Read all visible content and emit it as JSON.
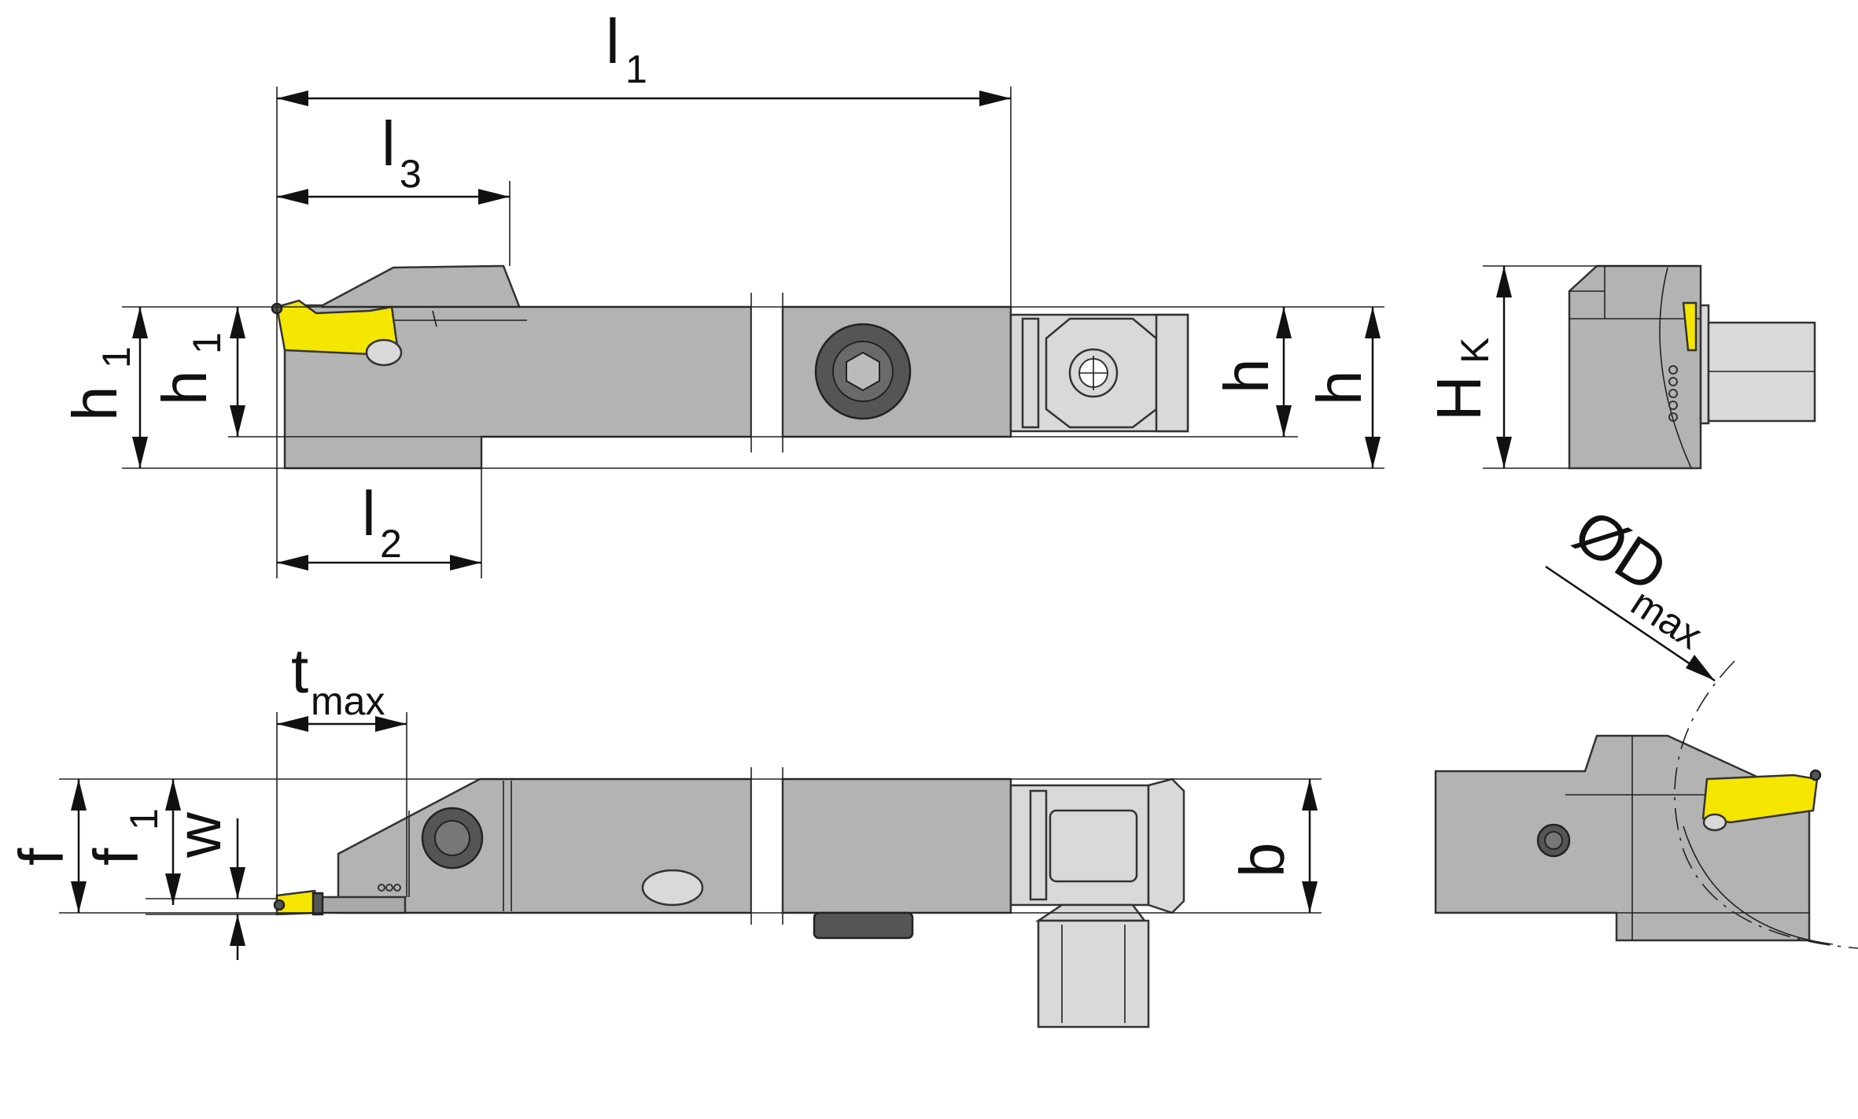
{
  "labels": {
    "l1": {
      "main": "l",
      "sub": "1"
    },
    "l3": {
      "main": "l",
      "sub": "3"
    },
    "l2": {
      "main": "l",
      "sub": "2"
    },
    "h1_outer": {
      "main": "h",
      "sub": "1"
    },
    "h1_inner": {
      "main": "h",
      "sub": "1"
    },
    "h_left": "h",
    "h_right": "h",
    "hk": {
      "main": "H",
      "sub": "K"
    },
    "dmax": {
      "main": "ØD",
      "sub": "max"
    },
    "tmax": {
      "main": "t",
      "sub": "max"
    },
    "f": "f",
    "f1": {
      "main": "f",
      "sub": "1"
    },
    "w": "w",
    "b": "b"
  },
  "colors": {
    "body": "#b3b3b3",
    "insert": "#f5e600",
    "screw": "#555555",
    "light": "#d9d9d9"
  }
}
